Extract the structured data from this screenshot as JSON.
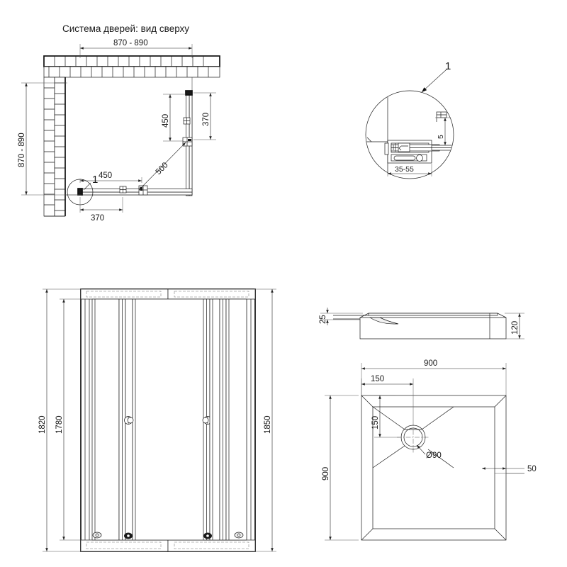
{
  "drawing": {
    "title": "Система дверей: вид сверху",
    "units": "mm",
    "line_color": "#1a1a1a",
    "background": "#ffffff"
  },
  "views": {
    "top_plan": {
      "name": "Система дверей: вид сверху",
      "dimensions": {
        "width_top": "870 - 890",
        "height_left": "870 - 890",
        "door_left_outer": "450",
        "door_left_inner": "370",
        "door_right_outer": "450",
        "door_right_inner": "370",
        "diagonal_opening": "500"
      },
      "detail_marker": "1"
    },
    "detail_circle": {
      "marker": "1",
      "dimensions": {
        "profile_width": "35-55",
        "gap": "5"
      }
    },
    "front_elevation": {
      "dimensions": {
        "overall_left": "1820",
        "glass_left": "1780",
        "overall_right": "1850"
      },
      "panel_count": 4,
      "handle_count": 2
    },
    "tray_side": {
      "dimensions": {
        "lip_height": "25",
        "total_height": "120"
      }
    },
    "tray_plan": {
      "dimensions": {
        "width": "900",
        "depth": "900",
        "drain_offset_x": "150",
        "drain_offset_y": "150",
        "drain_diameter": "Ø90",
        "rim_width": "50"
      }
    }
  },
  "labels": {
    "t870_890_top": "870 - 890",
    "t870_890_left": "870 - 890",
    "t450_v": "450",
    "t370_v": "370",
    "t450_h": "450",
    "t370_h": "370",
    "t500": "500",
    "mark1_plan": "1",
    "mark1_detail": "1",
    "t35_55": "35-55",
    "t5": "5",
    "t1820": "1820",
    "t1780": "1780",
    "t1850": "1850",
    "t25": "25",
    "t120": "120",
    "t900_w": "900",
    "t900_d": "900",
    "t150_h": "150",
    "t150_v": "150",
    "tD90": "Ø90",
    "t50": "50"
  }
}
